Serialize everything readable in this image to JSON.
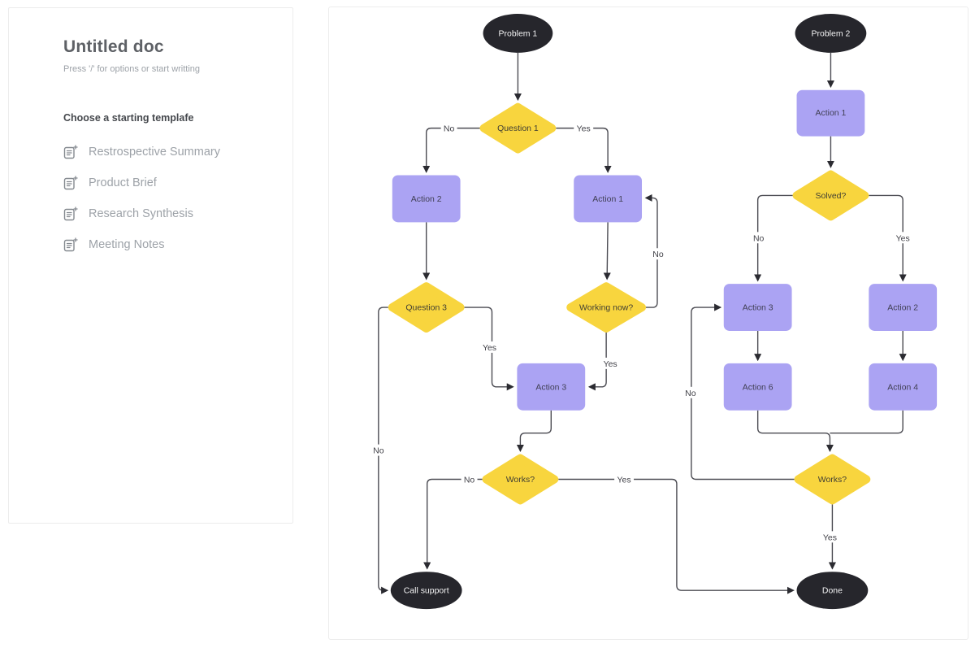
{
  "doc_panel": {
    "title": "Untitled doc",
    "placeholder": "Press '/' for options or start writting",
    "templates_heading": "Choose a starting templafe",
    "templates": [
      {
        "label": "Restrospective Summary"
      },
      {
        "label": "Product Brief"
      },
      {
        "label": "Research Synthesis"
      },
      {
        "label": "Meeting Notes"
      }
    ]
  },
  "flowchart": {
    "colors": {
      "terminal_fill": "#26262c",
      "terminal_text": "#f4f4f5",
      "decision_fill": "#f8d53e",
      "decision_text": "#403e33",
      "process_fill": "#aba3f3",
      "process_text": "#403f53",
      "edge_stroke": "#4b4b52"
    },
    "nodes": {
      "problem1": "Problem 1",
      "question1": "Question 1",
      "action2_left": "Action 2",
      "action1_left": "Action 1",
      "question3": "Question 3",
      "working_now": "Working now?",
      "action3_left": "Action 3",
      "works_left": "Works?",
      "call_support": "Call support",
      "done": "Done",
      "problem2": "Problem 2",
      "action1_right": "Action 1",
      "solved": "Solved?",
      "action3_right": "Action 3",
      "action2_right": "Action 2",
      "action6_right": "Action 6",
      "action4_right": "Action 4",
      "works_right": "Works?"
    },
    "edge_labels": {
      "q1_no": "No",
      "q1_yes": "Yes",
      "q3_yes": "Yes",
      "q3_no": "No",
      "working_no": "No",
      "working_yes": "Yes",
      "worksL_no": "No",
      "worksL_yes": "Yes",
      "solved_no": "No",
      "solved_yes": "Yes",
      "worksR_no": "No",
      "worksR_yes": "Yes"
    }
  }
}
